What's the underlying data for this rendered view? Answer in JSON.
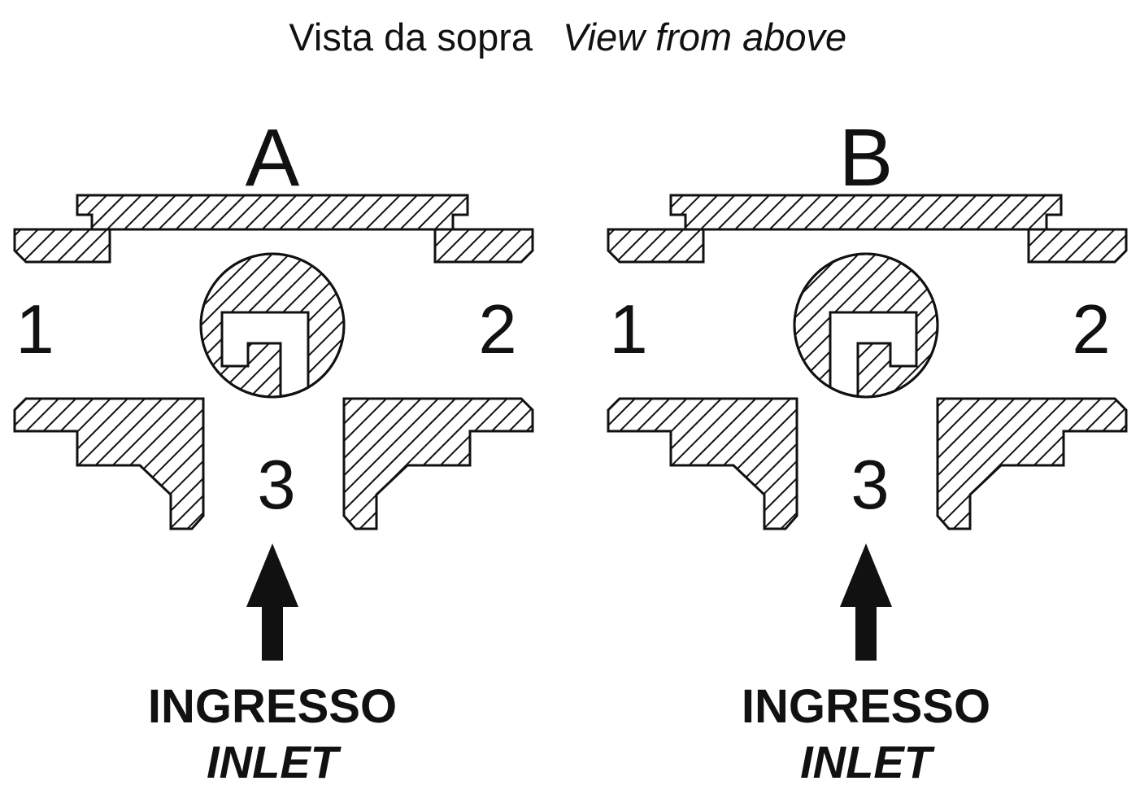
{
  "title": {
    "it": "Vista da sopra",
    "en": "View from above"
  },
  "valve_a": {
    "label": "A",
    "port_left": "1",
    "port_right": "2",
    "port_bottom": "3",
    "inlet_it": "INGRESSO",
    "inlet_en": "INLET"
  },
  "valve_b": {
    "label": "B",
    "port_left": "1",
    "port_right": "2",
    "port_bottom": "3",
    "inlet_it": "INGRESSO",
    "inlet_en": "INLET"
  },
  "icons": {
    "inlet_arrow": "arrow-up"
  },
  "colors": {
    "ink": "#111111",
    "paper": "#ffffff"
  }
}
